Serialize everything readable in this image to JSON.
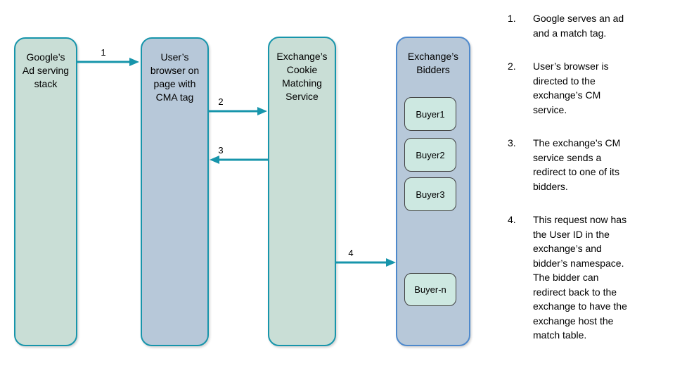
{
  "diagram": {
    "nodes": [
      {
        "id": "google-ad-stack",
        "label": "Google’s\nAd serving\nstack"
      },
      {
        "id": "user-browser",
        "label": "User’s\nbrowser on\npage with\nCMA tag"
      },
      {
        "id": "exchange-cm",
        "label": "Exchange’s\nCookie\nMatching\nService"
      },
      {
        "id": "exchange-bidders",
        "label": "Exchange’s\nBidders",
        "children": [
          "Buyer1",
          "Buyer2",
          "Buyer3",
          "Buyer-n"
        ]
      }
    ],
    "arrows": [
      {
        "label": "1",
        "from": "google-ad-stack",
        "to": "user-browser"
      },
      {
        "label": "2",
        "from": "user-browser",
        "to": "exchange-cm"
      },
      {
        "label": "3",
        "from": "exchange-cm",
        "to": "user-browser"
      },
      {
        "label": "4",
        "from": "exchange-cm",
        "to": "exchange-bidders"
      }
    ],
    "colors": {
      "teal_accent": "#1795ab",
      "green_fill": "#c9ded6",
      "blue_fill": "#b7c8d9",
      "buyer_fill": "#cde8e1",
      "bidders_border": "#4e89cc",
      "buyer_border": "#404040"
    }
  },
  "notes": {
    "items": [
      {
        "num": "1.",
        "text": "Google serves an ad\nand a match tag."
      },
      {
        "num": "2.",
        "text": "User’s browser is\ndirected to the\nexchange’s CM\nservice."
      },
      {
        "num": "3.",
        "text": "The exchange’s CM\nservice sends a\nredirect to one of its\nbidders."
      },
      {
        "num": "4.",
        "text": "This request now has\nthe User ID in the\nexchange’s and\nbidder’s namespace.\nThe bidder can\nredirect back to the\nexchange to have the\nexchange host the\nmatch table."
      }
    ]
  }
}
